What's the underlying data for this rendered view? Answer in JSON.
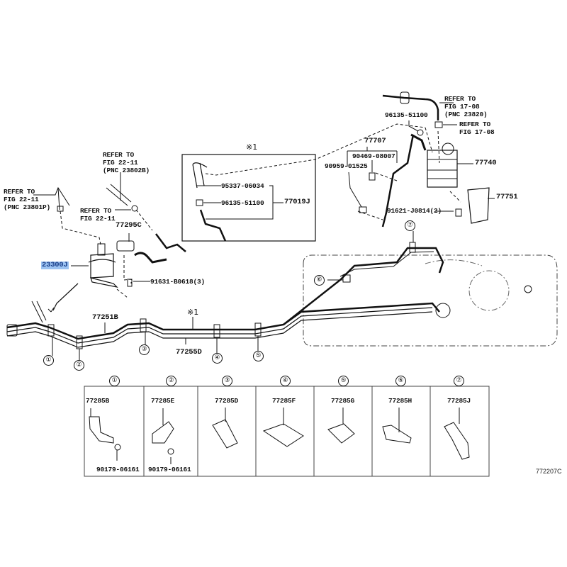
{
  "diagram": {
    "reference_number": "772207C",
    "labels": {
      "refer_pnc_23801p": [
        "REFER TO",
        "FIG 22-11",
        "(PNC 23801P)"
      ],
      "refer_pnc_23802b": [
        "REFER TO",
        "FIG 22-11",
        "(PNC 23802B)"
      ],
      "refer_fig_22_11": [
        "REFER TO",
        "FIG 22-11"
      ],
      "refer_pnc_23820": [
        "REFER TO",
        "FIG 17-08",
        "(PNC 23820)"
      ],
      "refer_fig_17_08": [
        "REFER TO",
        "FIG 17-08"
      ]
    },
    "parts": {
      "p77295C": "77295C",
      "p23300J": "23300J",
      "p91631": "91631-B0618(3)",
      "p95337": "95337-06034",
      "p96135_box": "96135-51100",
      "p77019J": "77019J",
      "p96135_top": "96135-51100",
      "p77707": "77707",
      "p90469": "90469-08007",
      "p90959": "90959-01525",
      "p77740": "77740",
      "p77751": "77751",
      "p91621": "91621-J0814(2)",
      "p77251B": "77251B",
      "p77255D": "77255D"
    },
    "marks": {
      "note_top": "※1",
      "note_line": "※1"
    },
    "circles": [
      "①",
      "②",
      "③",
      "④",
      "⑤",
      "⑥",
      "⑦"
    ],
    "highlighted_part": "23300J",
    "highlight_color": "#9cc3f2",
    "clamp_table": [
      {
        "num": "①",
        "part": "77285B",
        "extra": "90179-06161"
      },
      {
        "num": "②",
        "part": "77285E",
        "extra": "90179-06161"
      },
      {
        "num": "③",
        "part": "77285D",
        "extra": ""
      },
      {
        "num": "④",
        "part": "77285F",
        "extra": ""
      },
      {
        "num": "⑤",
        "part": "77285G",
        "extra": ""
      },
      {
        "num": "⑥",
        "part": "77285H",
        "extra": ""
      },
      {
        "num": "⑦",
        "part": "77285J",
        "extra": ""
      }
    ]
  }
}
